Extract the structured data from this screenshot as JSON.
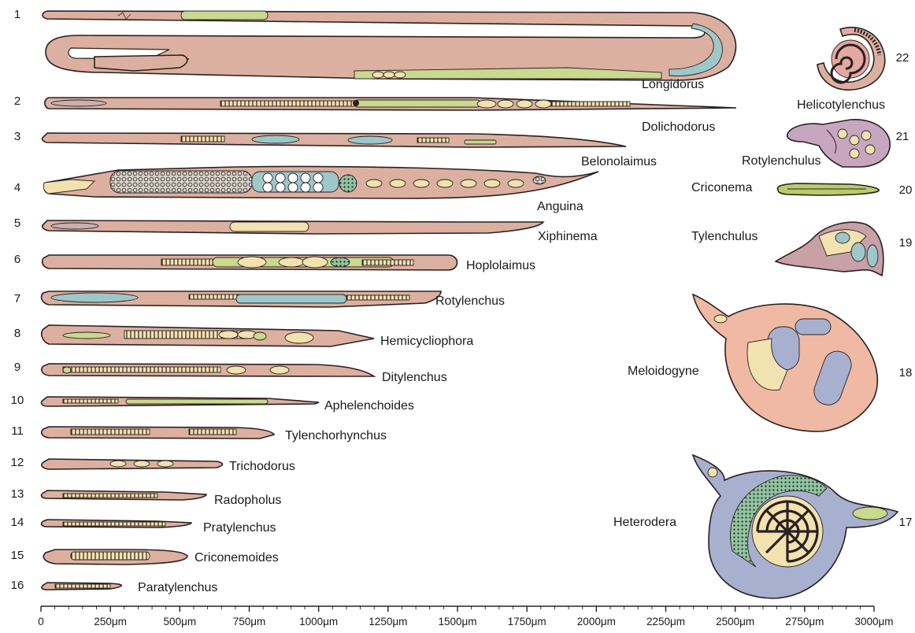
{
  "colors": {
    "body": "#dcb0a0",
    "gut": "#c9d98f",
    "ovary": "#9ec7c9",
    "egg": "#f2e2b0",
    "cyst": "#a8b0cf",
    "gall": "#efb9a4",
    "outline": "#2a2020"
  },
  "nematodes": [
    {
      "num": "1",
      "name": "Longidorus"
    },
    {
      "num": "2",
      "name": "Dolichodorus"
    },
    {
      "num": "3",
      "name": "Belonolaimus"
    },
    {
      "num": "4",
      "name": "Anguina"
    },
    {
      "num": "5",
      "name": "Xiphinema"
    },
    {
      "num": "6",
      "name": "Hoplolaimus"
    },
    {
      "num": "7",
      "name": "Rotylenchus"
    },
    {
      "num": "8",
      "name": "Hemicycliophora"
    },
    {
      "num": "9",
      "name": "Ditylenchus"
    },
    {
      "num": "10",
      "name": "Aphelenchoides"
    },
    {
      "num": "11",
      "name": "Tylenchorhynchus"
    },
    {
      "num": "12",
      "name": "Trichodorus"
    },
    {
      "num": "13",
      "name": "Radopholus"
    },
    {
      "num": "14",
      "name": "Pratylenchus"
    },
    {
      "num": "15",
      "name": "Criconemoides"
    },
    {
      "num": "16",
      "name": "Paratylenchus"
    },
    {
      "num": "17",
      "name": "Heterodera"
    },
    {
      "num": "18",
      "name": "Meloidogyne"
    },
    {
      "num": "19",
      "name": "Tylenchulus"
    },
    {
      "num": "20",
      "name": "Criconema"
    },
    {
      "num": "21",
      "name": "Rotylenchulus"
    },
    {
      "num": "22",
      "name": "Helicotylenchus"
    }
  ],
  "scale": {
    "ticks": [
      "0",
      "250μm",
      "500μm",
      "750μm",
      "1000μm",
      "1250μm",
      "1500μm",
      "1750μm",
      "2000μm",
      "2250μm",
      "2500μm",
      "2750μm",
      "3000μm"
    ]
  }
}
